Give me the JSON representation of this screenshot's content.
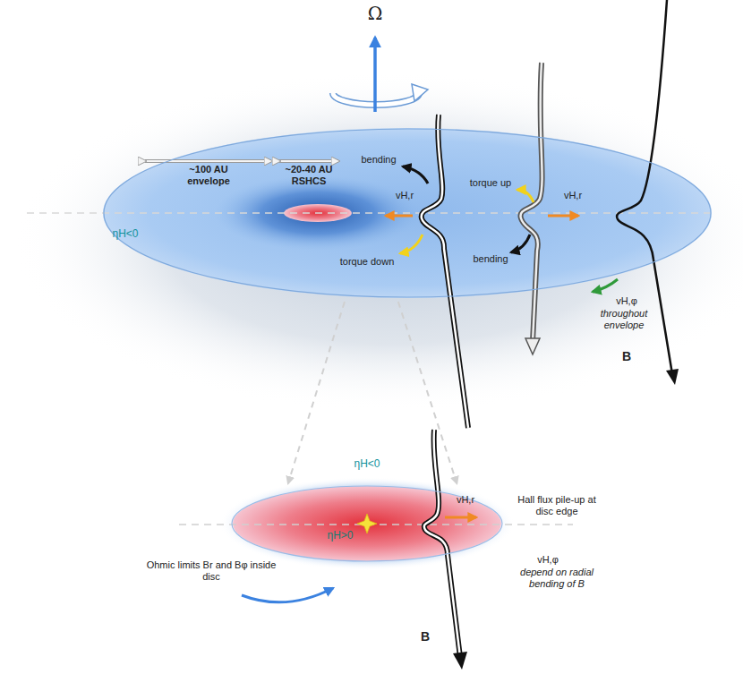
{
  "diagram": {
    "nodes": [
      {
        "text": [
          "~100 AU envelope",
          "~20-40 AU RSHCS",
          "ηH<0"
        ]
      },
      {
        "text": [
          "ηH<0",
          "ηH>0"
        ]
      }
    ],
    "edges": [
      {
        "from": 0,
        "to": 1,
        "arrow": "to"
      },
      {
        "from": 0,
        "to": 1,
        "arrow": "to"
      }
    ],
    "labels": [
      "Ω",
      "bending",
      "vH,r",
      "torque down",
      "torque up",
      "vH,r",
      "bending",
      "vH,φ",
      "throughout envelope",
      "B",
      "vH,r",
      "Hall flux pile-up at disc edge",
      "vH,φ",
      "depend on radial bending of B",
      "Ohmic limits Br and Bφ inside disc",
      "B"
    ]
  }
}
